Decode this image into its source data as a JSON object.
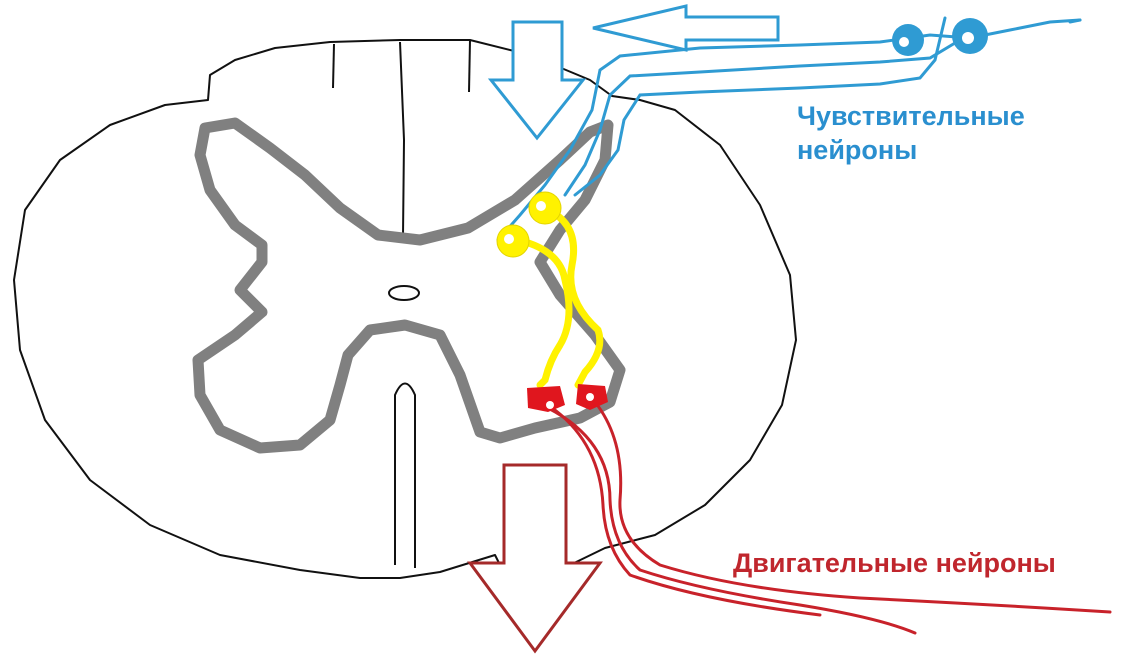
{
  "labels": {
    "sensory_line1": "Чувствительные",
    "sensory_line2": "нейроны",
    "motor": "Двигательные нейроны"
  },
  "colors": {
    "sensory": "#2f9bd3",
    "interneuron": "#fff200",
    "interneuron_outline": "#e3d400",
    "motor_body": "#e0161e",
    "motor_axon": "#c8222a",
    "motor_arrow": "#a52a2a",
    "grey_matter": "#808080",
    "outline": "#111111",
    "label_sensory": "#2a8fcf",
    "label_motor": "#c0262d"
  },
  "icons": {
    "incoming_arrow": "arrow-left-icon",
    "input_arrow": "arrow-down-icon",
    "output_arrow": "arrow-down-icon"
  }
}
